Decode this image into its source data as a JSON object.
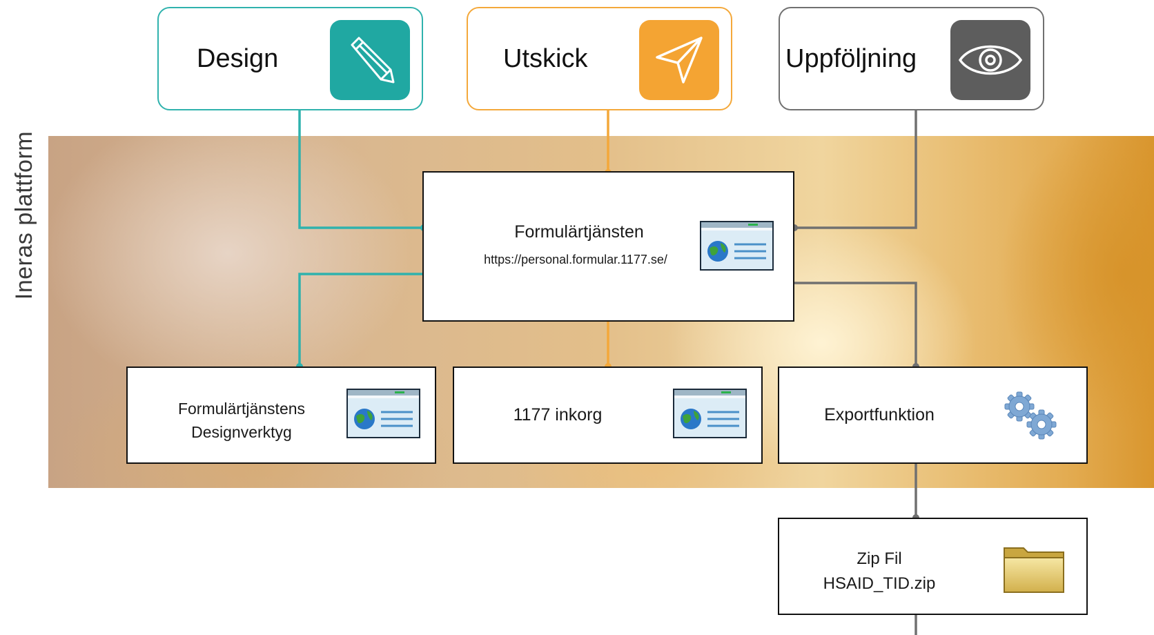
{
  "side_label": "Ineras plattform",
  "categories": [
    {
      "label": "Design",
      "icon": "pencil-icon",
      "color": "#20a8a2"
    },
    {
      "label": "Utskick",
      "icon": "paper-plane-icon",
      "color": "#f4a433"
    },
    {
      "label": "Uppföljning",
      "icon": "eye-icon",
      "color": "#5d5d5d"
    }
  ],
  "main_node": {
    "title": "Formulärtjänsten",
    "url": "https://personal.formular.1177.se/",
    "icon": "browser-window-icon"
  },
  "nodes": {
    "design_tool": {
      "line1": "Formulärtjänstens",
      "line2": "Designverktyg",
      "icon": "browser-window-icon"
    },
    "inbox": {
      "label": "1177 inkorg",
      "icon": "browser-window-icon"
    },
    "export": {
      "label": "Exportfunktion",
      "icon": "gears-icon"
    },
    "zip": {
      "line1": "Zip Fil",
      "line2": "HSAID_TID.zip",
      "icon": "folder-icon"
    }
  },
  "colors": {
    "design": "#2fb2ad",
    "utskick": "#f4a83a",
    "uppfoljning": "#707070"
  }
}
